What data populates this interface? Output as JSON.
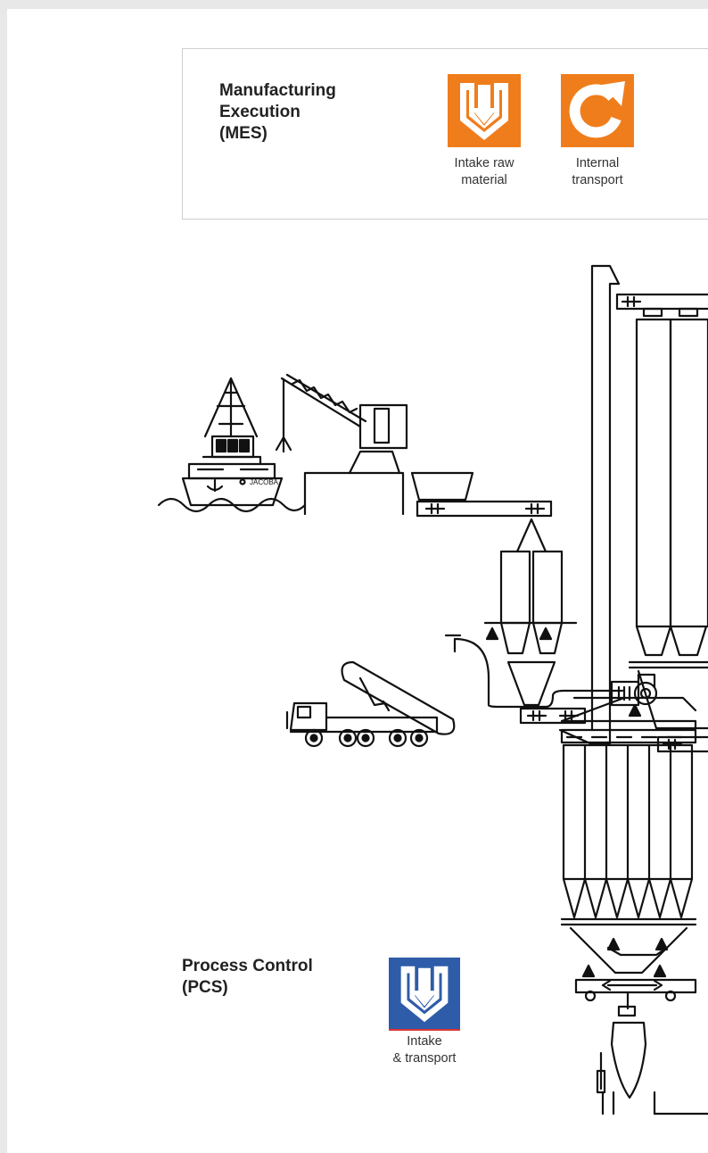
{
  "mes": {
    "title": "Manufacturing\nExecution\n(MES)",
    "modules": [
      {
        "icon": "intake-raw-material-icon",
        "label": "Intake raw\nmaterial",
        "color": "#F07D1C"
      },
      {
        "icon": "internal-transport-icon",
        "label": "Internal\ntransport",
        "color": "#F07D1C"
      }
    ]
  },
  "pcs": {
    "title": "Process Control\n(PCS)",
    "modules": [
      {
        "icon": "intake-transport-icon",
        "label": "Intake\n& transport",
        "color": "#2E5CA8"
      }
    ]
  },
  "diagram": {
    "ship_name": "JACOBA"
  }
}
